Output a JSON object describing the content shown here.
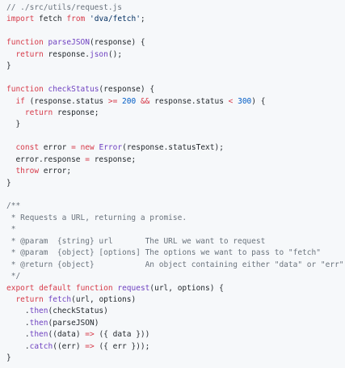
{
  "editor": {
    "language": "javascript",
    "colors": {
      "background": "#f6f8fa",
      "plain": "#24292e",
      "comment": "#6a737d",
      "keyword": "#d73a49",
      "string": "#032f62",
      "function": "#6f42c1",
      "number": "#005cc5"
    },
    "lines": [
      [
        [
          "comment",
          "// ./src/utils/request.js"
        ]
      ],
      [
        [
          "keyword",
          "import"
        ],
        [
          "plain",
          " fetch "
        ],
        [
          "keyword",
          "from"
        ],
        [
          "plain",
          " "
        ],
        [
          "string",
          "'dva/fetch'"
        ],
        [
          "plain",
          ";"
        ]
      ],
      [],
      [
        [
          "keyword",
          "function"
        ],
        [
          "plain",
          " "
        ],
        [
          "func",
          "parseJSON"
        ],
        [
          "plain",
          "(response) {"
        ]
      ],
      [
        [
          "plain",
          "  "
        ],
        [
          "keyword",
          "return"
        ],
        [
          "plain",
          " response."
        ],
        [
          "func",
          "json"
        ],
        [
          "plain",
          "();"
        ]
      ],
      [
        [
          "plain",
          "}"
        ]
      ],
      [],
      [
        [
          "keyword",
          "function"
        ],
        [
          "plain",
          " "
        ],
        [
          "func",
          "checkStatus"
        ],
        [
          "plain",
          "(response) {"
        ]
      ],
      [
        [
          "plain",
          "  "
        ],
        [
          "keyword",
          "if"
        ],
        [
          "plain",
          " (response.status "
        ],
        [
          "keyword",
          ">="
        ],
        [
          "plain",
          " "
        ],
        [
          "number",
          "200"
        ],
        [
          "plain",
          " "
        ],
        [
          "keyword",
          "&&"
        ],
        [
          "plain",
          " response.status "
        ],
        [
          "keyword",
          "<"
        ],
        [
          "plain",
          " "
        ],
        [
          "number",
          "300"
        ],
        [
          "plain",
          ") {"
        ]
      ],
      [
        [
          "plain",
          "    "
        ],
        [
          "keyword",
          "return"
        ],
        [
          "plain",
          " response;"
        ]
      ],
      [
        [
          "plain",
          "  }"
        ]
      ],
      [],
      [
        [
          "plain",
          "  "
        ],
        [
          "keyword",
          "const"
        ],
        [
          "plain",
          " error "
        ],
        [
          "keyword",
          "="
        ],
        [
          "plain",
          " "
        ],
        [
          "keyword",
          "new"
        ],
        [
          "plain",
          " "
        ],
        [
          "func",
          "Error"
        ],
        [
          "plain",
          "(response.statusText);"
        ]
      ],
      [
        [
          "plain",
          "  error.response "
        ],
        [
          "keyword",
          "="
        ],
        [
          "plain",
          " response;"
        ]
      ],
      [
        [
          "plain",
          "  "
        ],
        [
          "keyword",
          "throw"
        ],
        [
          "plain",
          " error;"
        ]
      ],
      [
        [
          "plain",
          "}"
        ]
      ],
      [],
      [
        [
          "comment",
          "/**"
        ]
      ],
      [
        [
          "comment",
          " * Requests a URL, returning a promise."
        ]
      ],
      [
        [
          "comment",
          " *"
        ]
      ],
      [
        [
          "comment",
          " * @param  {string} url       The URL we want to request"
        ]
      ],
      [
        [
          "comment",
          " * @param  {object} [options] The options we want to pass to \"fetch\""
        ]
      ],
      [
        [
          "comment",
          " * @return {object}           An object containing either \"data\" or \"err\""
        ]
      ],
      [
        [
          "comment",
          " */"
        ]
      ],
      [
        [
          "keyword",
          "export"
        ],
        [
          "plain",
          " "
        ],
        [
          "keyword",
          "default"
        ],
        [
          "plain",
          " "
        ],
        [
          "keyword",
          "function"
        ],
        [
          "plain",
          " "
        ],
        [
          "func",
          "request"
        ],
        [
          "plain",
          "(url, options) {"
        ]
      ],
      [
        [
          "plain",
          "  "
        ],
        [
          "keyword",
          "return"
        ],
        [
          "plain",
          " "
        ],
        [
          "func",
          "fetch"
        ],
        [
          "plain",
          "(url, options)"
        ]
      ],
      [
        [
          "plain",
          "    ."
        ],
        [
          "func",
          "then"
        ],
        [
          "plain",
          "(checkStatus)"
        ]
      ],
      [
        [
          "plain",
          "    ."
        ],
        [
          "func",
          "then"
        ],
        [
          "plain",
          "(parseJSON)"
        ]
      ],
      [
        [
          "plain",
          "    ."
        ],
        [
          "func",
          "then"
        ],
        [
          "plain",
          "((data) "
        ],
        [
          "keyword",
          "=>"
        ],
        [
          "plain",
          " ({ data }))"
        ]
      ],
      [
        [
          "plain",
          "    ."
        ],
        [
          "func",
          "catch"
        ],
        [
          "plain",
          "((err) "
        ],
        [
          "keyword",
          "=>"
        ],
        [
          "plain",
          " ({ err }));"
        ]
      ],
      [
        [
          "plain",
          "}"
        ]
      ]
    ]
  }
}
